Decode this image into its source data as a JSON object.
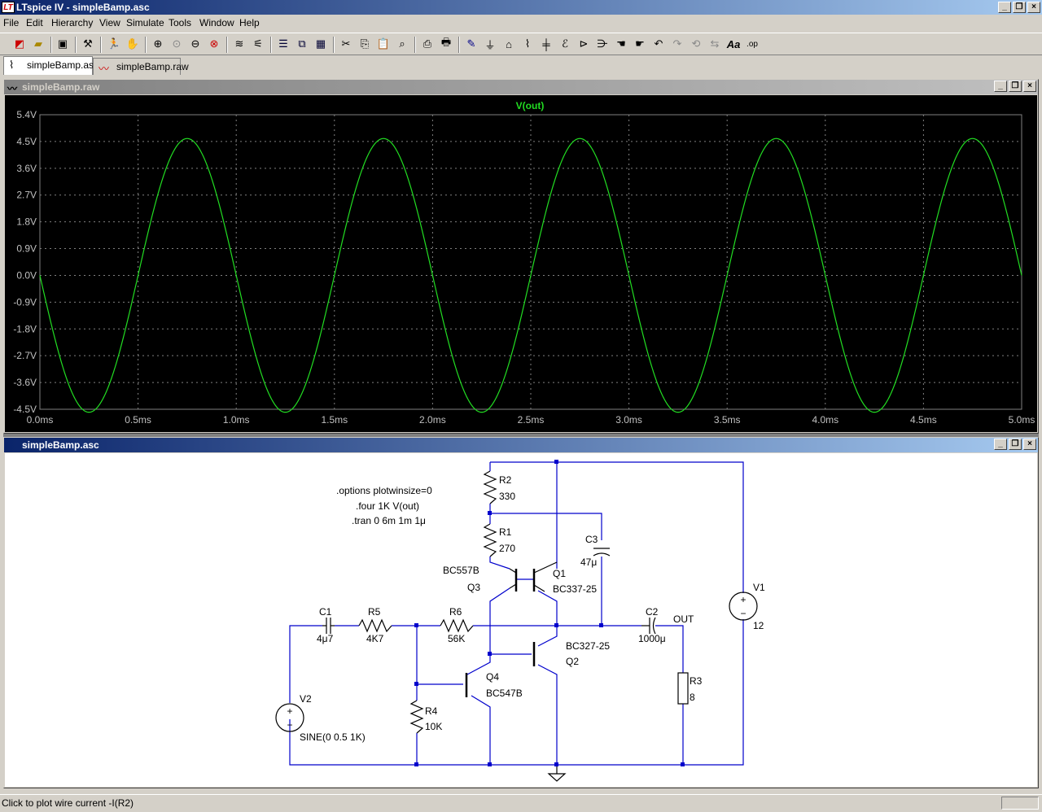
{
  "window": {
    "title": "LTspice IV - simpleBamp.asc",
    "app_icon": "ltspice-icon"
  },
  "menu": [
    "File",
    "Edit",
    "Hierarchy",
    "View",
    "Simulate",
    "Tools",
    "Window",
    "Help"
  ],
  "tabs": [
    {
      "label": "simpleBamp.asc",
      "icon": "schematic-icon",
      "active": true
    },
    {
      "label": "simpleBamp.raw",
      "icon": "waveform-icon",
      "active": false
    }
  ],
  "waveform_window": {
    "title": "simpleBamp.raw"
  },
  "schematic_window": {
    "title": "simpleBamp.asc"
  },
  "chart_data": {
    "type": "line",
    "title": "V(out)",
    "series": [
      {
        "name": "V(out)",
        "color": "#22dd22",
        "function": "sine",
        "amplitude": 4.6,
        "frequency_hz": 1000,
        "phase": "inverted",
        "x_start": 0,
        "x_end": 0.005
      }
    ],
    "y_ticks": [
      "5.4V",
      "4.5V",
      "3.6V",
      "2.7V",
      "1.8V",
      "0.9V",
      "0.0V",
      "-0.9V",
      "-1.8V",
      "-2.7V",
      "-3.6V",
      "-4.5V"
    ],
    "x_ticks": [
      "0.0ms",
      "0.5ms",
      "1.0ms",
      "1.5ms",
      "2.0ms",
      "2.5ms",
      "3.0ms",
      "3.5ms",
      "4.0ms",
      "4.5ms",
      "5.0ms"
    ],
    "xlim": [
      0,
      5
    ],
    "ylim": [
      -4.5,
      5.4
    ],
    "x_unit": "ms",
    "grid": true,
    "background": "#000000"
  },
  "schematic": {
    "directives": [
      ".options plotwinsize=0",
      ".four 1K V(out)",
      ".tran 0 6m 1m 1μ"
    ],
    "components": {
      "R2": {
        "name": "R2",
        "value": "330"
      },
      "R1": {
        "name": "R1",
        "value": "270"
      },
      "C3": {
        "name": "C3",
        "value": "47μ"
      },
      "Q1": {
        "name": "Q1",
        "model": "BC337-25"
      },
      "Q3": {
        "name": "Q3",
        "model": "BC557B"
      },
      "Q2": {
        "name": "Q2",
        "model": "BC327-25"
      },
      "Q4": {
        "name": "Q4",
        "model": "BC547B"
      },
      "C1": {
        "name": "C1",
        "value": "4μ7"
      },
      "R5": {
        "name": "R5",
        "value": "4K7"
      },
      "R6": {
        "name": "R6",
        "value": "56K"
      },
      "C2": {
        "name": "C2",
        "value": "1000μ"
      },
      "R3": {
        "name": "R3",
        "value": "8"
      },
      "R4": {
        "name": "R4",
        "value": "10K"
      },
      "V1": {
        "name": "V1",
        "value": "12"
      },
      "V2": {
        "name": "V2",
        "value": "SINE(0 0.5 1K)"
      }
    },
    "net_label": "OUT",
    "wire_color": "#0000cc"
  },
  "status": {
    "text": "Click to plot wire current -I(R2)"
  }
}
